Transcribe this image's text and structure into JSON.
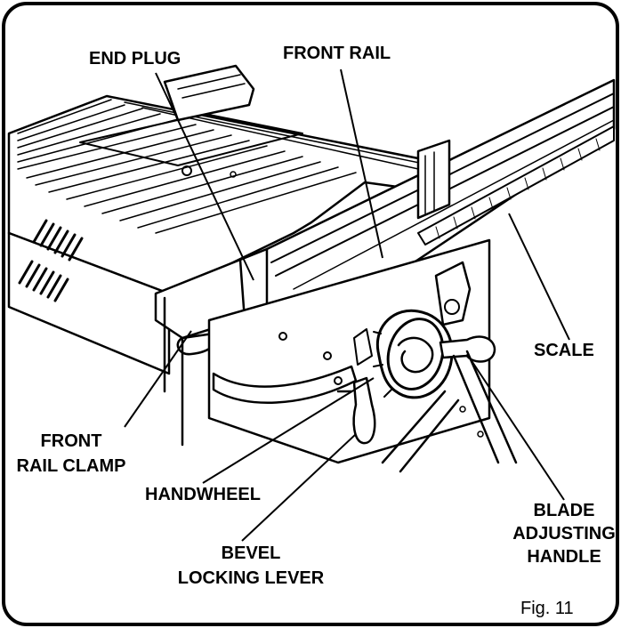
{
  "labels": {
    "end_plug": "END PLUG",
    "front_rail": "FRONT RAIL",
    "scale": "SCALE",
    "front_rail_clamp_line1": "FRONT",
    "front_rail_clamp_line2": "RAIL CLAMP",
    "handwheel": "HANDWHEEL",
    "bevel_locking_lever_line1": "BEVEL",
    "bevel_locking_lever_line2": "LOCKING LEVER",
    "blade_adjusting_handle_line1": "BLADE",
    "blade_adjusting_handle_line2": "ADJUSTING",
    "blade_adjusting_handle_line3": "HANDLE"
  },
  "caption": "Fig. 11"
}
